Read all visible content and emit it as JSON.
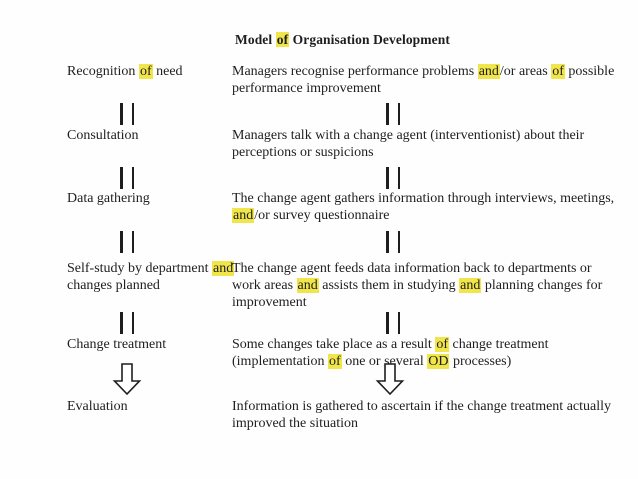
{
  "colors": {
    "background": "#fefefe",
    "text": "#1e1e1e",
    "highlight": "#f0e54a",
    "arrow_outline": "#1e1e1e"
  },
  "title_segments": [
    {
      "t": "Model ",
      "h": false
    },
    {
      "t": "of",
      "h": true
    },
    {
      "t": " Organisation Development",
      "h": false
    }
  ],
  "rows": [
    {
      "label_segments": [
        {
          "t": "Recognition ",
          "h": false
        },
        {
          "t": "of",
          "h": true
        },
        {
          "t": " need",
          "h": false
        }
      ],
      "desc_segments": [
        {
          "t": "Managers recognise performance problems ",
          "h": false
        },
        {
          "t": "and",
          "h": true
        },
        {
          "t": "/or areas ",
          "h": false
        },
        {
          "t": "of",
          "h": true
        },
        {
          "t": " possible performance improvement",
          "h": false
        }
      ]
    },
    {
      "label_segments": [
        {
          "t": "Consultation",
          "h": false
        }
      ],
      "desc_segments": [
        {
          "t": "Managers talk with a change agent (interventionist) about their perceptions or suspicions",
          "h": false
        }
      ]
    },
    {
      "label_segments": [
        {
          "t": "Data gathering",
          "h": false
        }
      ],
      "desc_segments": [
        {
          "t": "The change agent gathers information through interviews, meetings, ",
          "h": false
        },
        {
          "t": "and",
          "h": true
        },
        {
          "t": "/or survey questionnaire",
          "h": false
        }
      ]
    },
    {
      "label_segments": [
        {
          "t": "Self-study by department ",
          "h": false
        },
        {
          "t": "and",
          "h": true
        },
        {
          "t": " changes planned",
          "h": false
        }
      ],
      "desc_segments": [
        {
          "t": "The change agent feeds data information back to departments or work areas ",
          "h": false
        },
        {
          "t": "and",
          "h": true
        },
        {
          "t": " assists them in studying ",
          "h": false
        },
        {
          "t": "and",
          "h": true
        },
        {
          "t": " planning changes for improvement",
          "h": false
        }
      ]
    },
    {
      "label_segments": [
        {
          "t": "Change treatment",
          "h": false
        }
      ],
      "desc_segments": [
        {
          "t": "Some changes take place as a result ",
          "h": false
        },
        {
          "t": "of",
          "h": true
        },
        {
          "t": " change treatment (implementation ",
          "h": false
        },
        {
          "t": "of",
          "h": true
        },
        {
          "t": " one or several ",
          "h": false
        },
        {
          "t": "OD",
          "h": true
        },
        {
          "t": " processes)",
          "h": false
        }
      ]
    },
    {
      "label_segments": [
        {
          "t": "Evaluation",
          "h": false
        }
      ],
      "desc_segments": [
        {
          "t": "Information is gathered to ascertain if the change treatment actually improved the situation",
          "h": false
        }
      ]
    }
  ],
  "connectors": [
    {
      "type": "double-bar"
    },
    {
      "type": "double-bar"
    },
    {
      "type": "double-bar"
    },
    {
      "type": "double-bar"
    },
    {
      "type": "block-arrow"
    }
  ]
}
